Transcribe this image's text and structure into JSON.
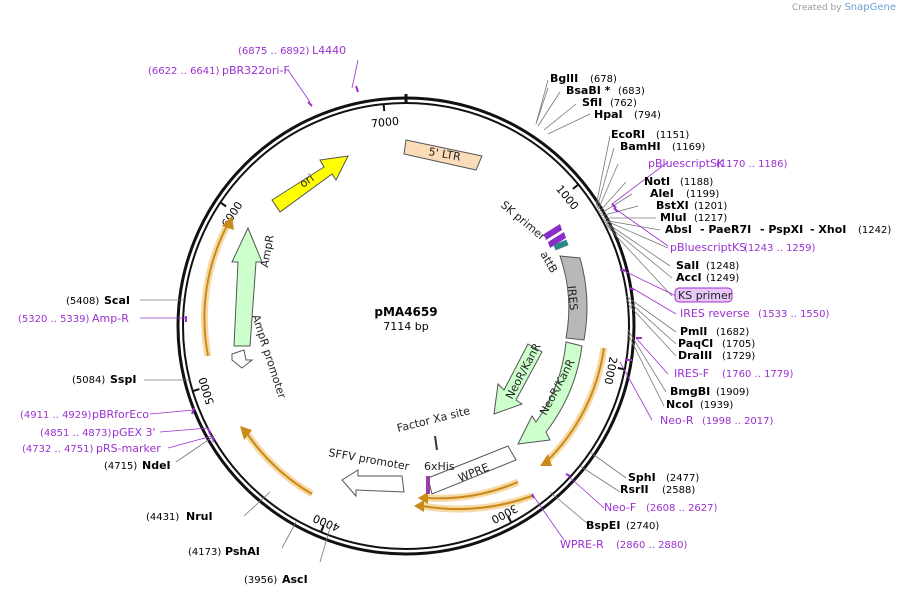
{
  "credit": {
    "prefix": "Created by",
    "brand": "SnapGene"
  },
  "plasmid": {
    "name": "pMA4659",
    "size": "7114 bp"
  },
  "ticks": [
    "1000",
    "2000",
    "3000",
    "4000",
    "5000",
    "6000",
    "7000"
  ],
  "features": [
    "ori",
    "5' LTR",
    "AmpR",
    "AmpR promoter",
    "IRES",
    "NeoR/KanR",
    "NeoR/KanR",
    "SFFV promoter",
    "WPRE",
    "6xHis",
    "Factor Xa site",
    "SK primer",
    "attB"
  ],
  "sites_right": [
    {
      "name": "BglII",
      "pos": "(678)"
    },
    {
      "name": "BsaBI *",
      "pos": "(683)"
    },
    {
      "name": "SfiI",
      "pos": "(762)"
    },
    {
      "name": "HpaI",
      "pos": "(794)"
    },
    {
      "name": "EcoRI",
      "pos": "(1151)"
    },
    {
      "name": "BamHI",
      "pos": "(1169)"
    },
    {
      "name": "NotI",
      "pos": "(1188)"
    },
    {
      "name": "AleI",
      "pos": "(1199)"
    },
    {
      "name": "BstXI",
      "pos": "(1201)"
    },
    {
      "name": "MluI",
      "pos": "(1217)"
    },
    {
      "name": "AbsI",
      "pos": ""
    },
    {
      "name": "- PaeR7I",
      "pos": ""
    },
    {
      "name": "- PspXI",
      "pos": ""
    },
    {
      "name": "- XhoI",
      "pos": "(1242)"
    },
    {
      "name": "SalI",
      "pos": "(1248)"
    },
    {
      "name": "AccI",
      "pos": "(1249)"
    },
    {
      "name": "PmlI",
      "pos": "(1682)"
    },
    {
      "name": "PaqCI",
      "pos": "(1705)"
    },
    {
      "name": "DraIII",
      "pos": "(1729)"
    },
    {
      "name": "BmgBI",
      "pos": "(1909)"
    },
    {
      "name": "NcoI",
      "pos": "(1939)"
    },
    {
      "name": "SphI",
      "pos": "(2477)"
    },
    {
      "name": "RsrII",
      "pos": "(2588)"
    },
    {
      "name": "BspEI",
      "pos": "(2740)"
    }
  ],
  "sites_left": [
    {
      "name": "ScaI",
      "pos": "(5408)"
    },
    {
      "name": "SspI",
      "pos": "(5084)"
    },
    {
      "name": "NdeI",
      "pos": "(4715)"
    },
    {
      "name": "NruI",
      "pos": "(4431)"
    },
    {
      "name": "PshAI",
      "pos": "(4173)"
    },
    {
      "name": "AscI",
      "pos": "(3956)"
    }
  ],
  "primers_right": [
    {
      "name": "pBluescriptSK",
      "pos": "(1170 .. 1186)"
    },
    {
      "name": "pBluescriptKS",
      "pos": "(1243 .. 1259)"
    },
    {
      "name": "KS primer",
      "pos": ""
    },
    {
      "name": "IRES reverse",
      "pos": "(1533 .. 1550)"
    },
    {
      "name": "IRES-F",
      "pos": "(1760 .. 1779)"
    },
    {
      "name": "Neo-R",
      "pos": "(1998 .. 2017)"
    },
    {
      "name": "Neo-F",
      "pos": "(2608 .. 2627)"
    },
    {
      "name": "WPRE-R",
      "pos": "(2860 .. 2880)"
    }
  ],
  "primers_left": [
    {
      "name": "L4440",
      "pos": "(6875 .. 6892)"
    },
    {
      "name": "pBR322ori-F",
      "pos": "(6622 .. 6641)"
    },
    {
      "name": "Amp-R",
      "pos": "(5320 .. 5339)"
    },
    {
      "name": "pBRforEco",
      "pos": "(4911 .. 4929)"
    },
    {
      "name": "pGEX 3'",
      "pos": "(4851 .. 4873)"
    },
    {
      "name": "pRS-marker",
      "pos": "(4732 .. 4751)"
    }
  ],
  "colors": {
    "ori": "#ffff00",
    "ltr": "#fbdcb8",
    "ampr": "#ccffcc",
    "ires": "#b8b8b8",
    "neo": "#ccffcc",
    "orf": "#f0b042",
    "primer": "#9b30d0",
    "ks_box": "#e8c8f8"
  }
}
